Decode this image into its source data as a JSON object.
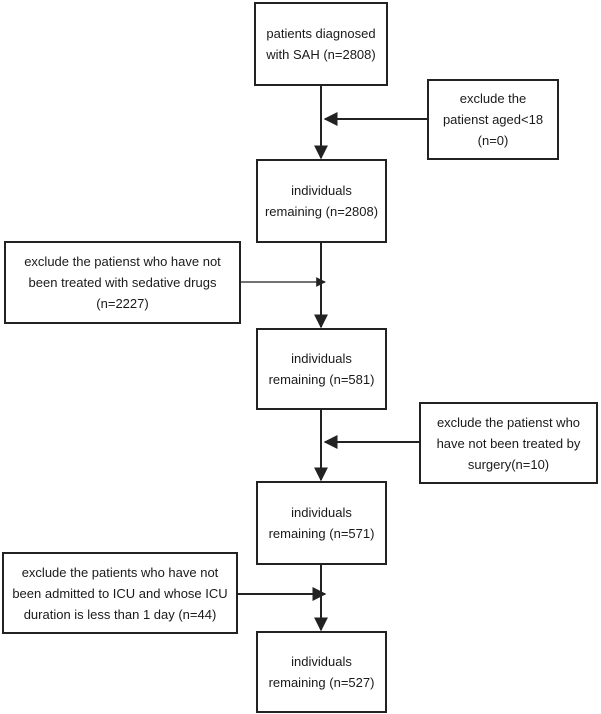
{
  "main_boxes": [
    {
      "lines": [
        "patients diagnosed",
        "with SAH (n=2808)"
      ]
    },
    {
      "lines": [
        "individuals",
        "remaining (n=2808)"
      ]
    },
    {
      "lines": [
        "individuals",
        "remaining (n=581)"
      ]
    },
    {
      "lines": [
        "individuals",
        "remaining (n=571)"
      ]
    },
    {
      "lines": [
        "individuals",
        "remaining (n=527)"
      ]
    }
  ],
  "exclusion_boxes": [
    {
      "lines": [
        "exclude the",
        "patienst aged<18",
        "(n=0)"
      ]
    },
    {
      "lines": [
        "exclude the patienst who have not",
        "been treated with sedative drugs",
        "(n=2227)"
      ]
    },
    {
      "lines": [
        "exclude the patienst who",
        "have not been treated by",
        "surgery(n=10)"
      ]
    },
    {
      "lines": [
        "exclude the patients who have not",
        "been admitted to ICU and whose ICU",
        "duration is less than 1 day (n=44)"
      ]
    }
  ]
}
